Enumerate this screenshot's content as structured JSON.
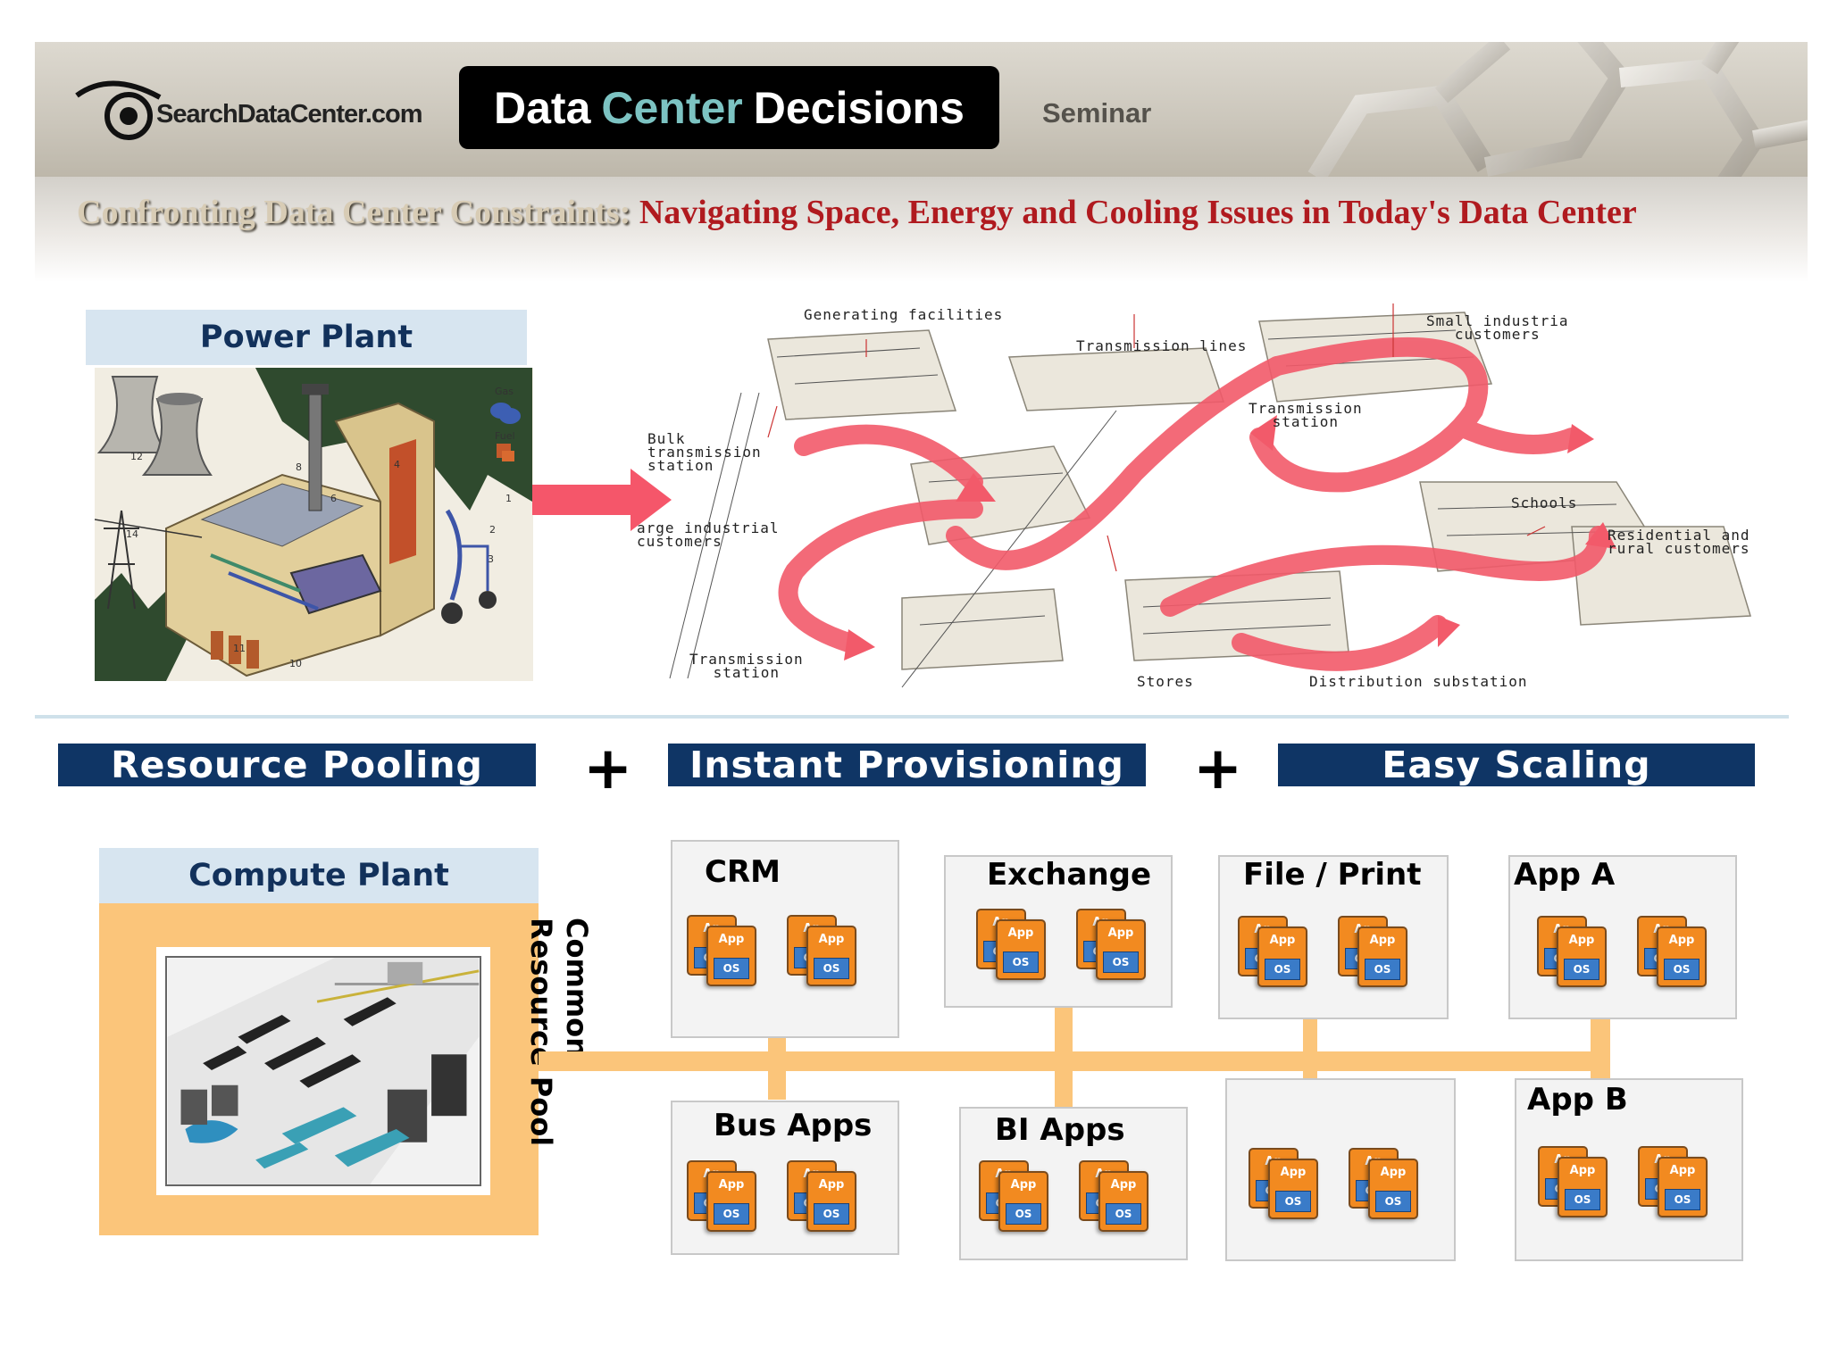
{
  "header": {
    "logo_text": "SearchDataCenter.com",
    "title_part1": "Data",
    "title_part2": "Center",
    "title_part3": "Decisions",
    "seminar": "Seminar",
    "subtitle_pre": "Confronting Data Center Constraints:",
    "subtitle_main": "Navigating Space, Energy and Cooling Issues in Today's Data Center"
  },
  "power_plant": {
    "title": "Power Plant",
    "image_labels": {
      "gas": "Gas",
      "fuel": "Fuel",
      "n12": "12",
      "n14": "14",
      "n11": "11",
      "n10": "10",
      "n8": "8",
      "n4": "4",
      "n1": "1",
      "n2": "2",
      "n3": "3",
      "n6": "6"
    }
  },
  "grid": {
    "generating": "Generating facilities",
    "transmission_lines": "Transmission lines",
    "small_industrial": "Small industria\ncustomers",
    "bulk": "Bulk\ntransmission\nstation",
    "transmission_station_mid": "Transmission\nstation",
    "large_industrial": "arge industrial\ncustomers",
    "schools": "Schools",
    "residential": "Residential and\nrural customers",
    "transmission_station_low": "Transmission\nstation",
    "stores": "Stores",
    "distribution": "Distribution substation"
  },
  "pooling": {
    "resource_pooling": "Resource Pooling",
    "instant_provisioning": "Instant Provisioning",
    "easy_scaling": "Easy Scaling",
    "plus": "+"
  },
  "compute": {
    "title": "Compute Plant",
    "pool_label": "Common Resource Pool"
  },
  "stack_labels": {
    "app": "App",
    "app_partial": "Ap",
    "os": "OS",
    "os_partial": "OS"
  },
  "app_boxes": [
    {
      "name": "CRM"
    },
    {
      "name": "Exchange"
    },
    {
      "name": "File / Print"
    },
    {
      "name": "App A"
    },
    {
      "name": "Bus Apps"
    },
    {
      "name": "BI Apps"
    },
    {
      "name": ""
    },
    {
      "name": "App B"
    }
  ],
  "colors": {
    "navy": "#0f3565",
    "light_blue_header": "#d7e5f0",
    "pool_orange": "#fbc57a",
    "app_orange": "#f28a20",
    "os_blue": "#3a7bc8",
    "subtitle_red": "#b01a1f",
    "arrow_red": "#f25a6a"
  }
}
